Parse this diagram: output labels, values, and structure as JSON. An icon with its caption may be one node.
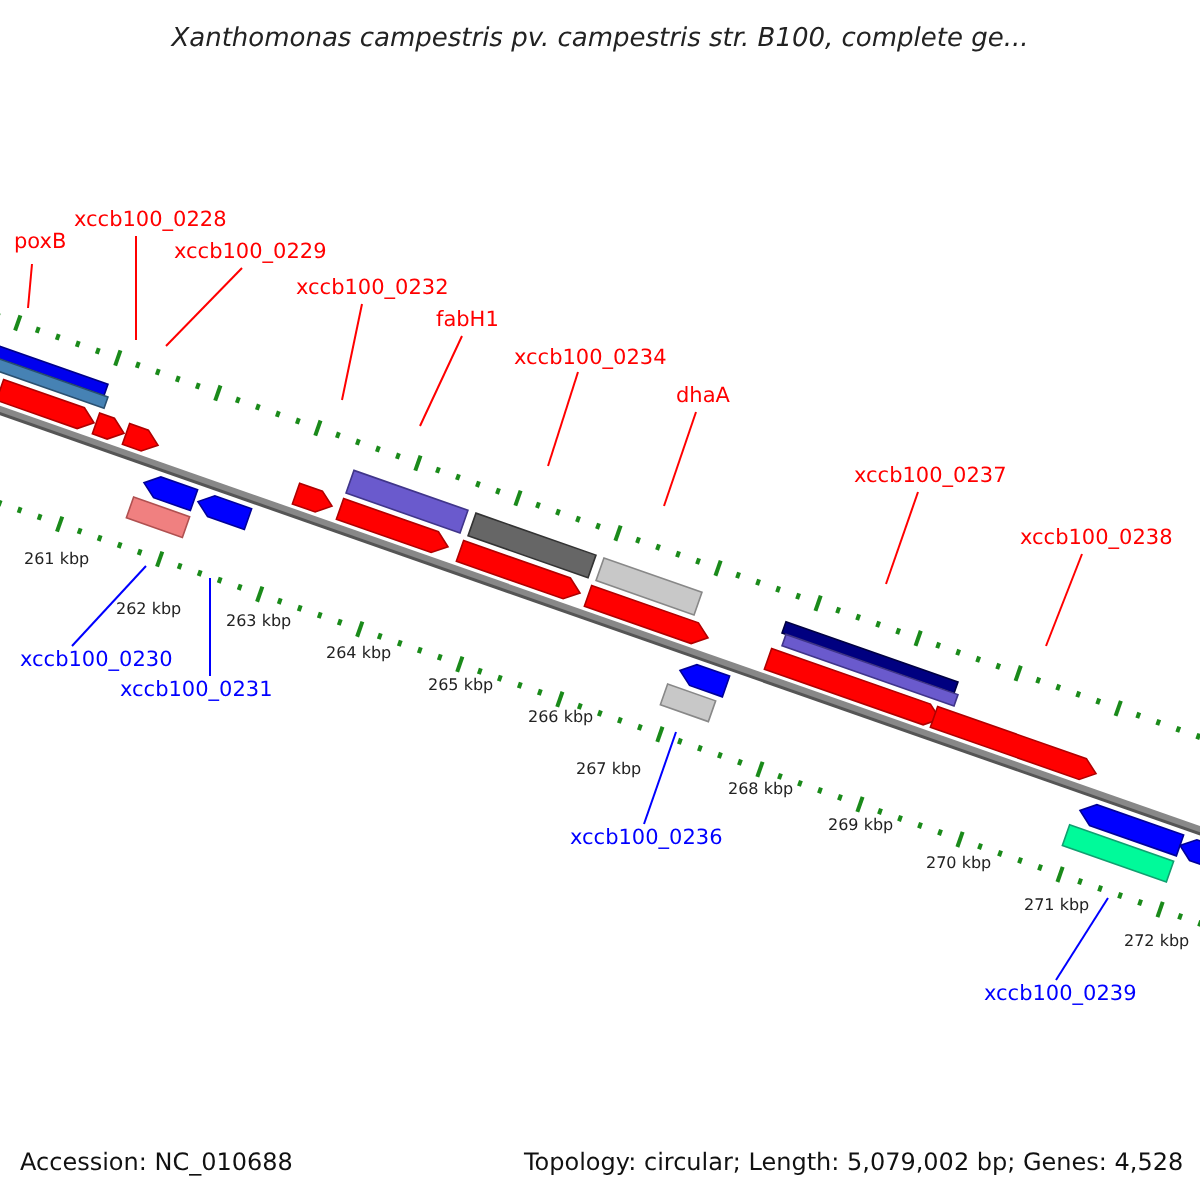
{
  "diagram": {
    "title": "Xanthomonas campestris pv. campestris str. B100, complete ge...",
    "nodes": [
      {
        "text": [
          "poxB"
        ]
      },
      {
        "text": [
          "xccb100_0228"
        ]
      },
      {
        "text": [
          "xccb100_0229"
        ]
      },
      {
        "text": [
          "xccb100_0232"
        ]
      },
      {
        "text": [
          "fabH1"
        ]
      },
      {
        "text": [
          "xccb100_0234"
        ]
      },
      {
        "text": [
          "dhaA"
        ]
      },
      {
        "text": [
          "xccb100_0237"
        ]
      },
      {
        "text": [
          "xccb100_0238"
        ]
      },
      {
        "text": [
          "xccb100_0230"
        ]
      },
      {
        "text": [
          "xccb100_0231"
        ]
      },
      {
        "text": [
          "xccb100_0236"
        ]
      },
      {
        "text": [
          "xccb100_0239"
        ]
      }
    ],
    "edges": [
      {
        "from": 0,
        "to": null,
        "arrow": "none"
      },
      {
        "from": 1,
        "to": null,
        "arrow": "none"
      },
      {
        "from": 2,
        "to": null,
        "arrow": "none"
      },
      {
        "from": 3,
        "to": null,
        "arrow": "none"
      },
      {
        "from": 4,
        "to": null,
        "arrow": "none"
      },
      {
        "from": 5,
        "to": null,
        "arrow": "none"
      },
      {
        "from": 6,
        "to": null,
        "arrow": "none"
      },
      {
        "from": 7,
        "to": null,
        "arrow": "none"
      },
      {
        "from": 8,
        "to": null,
        "arrow": "none"
      },
      {
        "from": 9,
        "to": null,
        "arrow": "none",
        "color": "#0000ff"
      },
      {
        "from": 10,
        "to": null,
        "arrow": "none",
        "color": "#0000ff"
      },
      {
        "from": 11,
        "to": null,
        "arrow": "none",
        "color": "#0000ff"
      },
      {
        "from": 12,
        "to": null,
        "arrow": "none",
        "color": "#0000ff"
      }
    ],
    "labels": [
      "261 kbp",
      "262 kbp",
      "263 kbp",
      "264 kbp",
      "265 kbp",
      "266 kbp",
      "267 kbp",
      "268 kbp",
      "269 kbp",
      "270 kbp",
      "271 kbp",
      "272 kbp",
      "Accession: NC_010688",
      "Topology: circular; Length: 5,079,002 bp; Genes: 4,528"
    ]
  }
}
